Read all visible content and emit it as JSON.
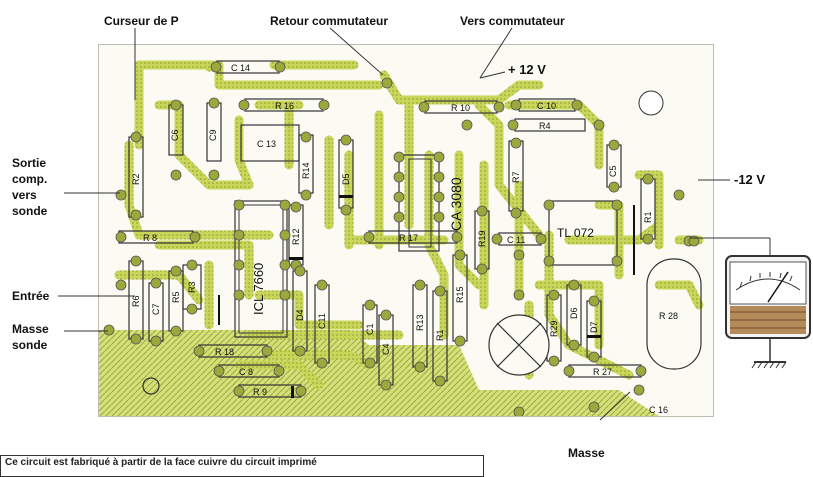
{
  "labels": {
    "curseur": "Curseur de P",
    "retour": "Retour commutateur",
    "vers": "Vers commutateur",
    "plus12": "+ 12 V",
    "minus12": "-12 V",
    "sortie": [
      "Sortie",
      "comp.",
      "vers",
      "sonde"
    ],
    "entree": "Entrée",
    "masse_sonde": [
      "Masse",
      "sonde"
    ],
    "masse": "Masse"
  },
  "components": {
    "c14": "C 14",
    "r16": "R 16",
    "c13": "C 13",
    "c6": "C6",
    "c9": "C9",
    "r14": "R14",
    "d5": "D5",
    "r10": "R 10",
    "c10": "C 10",
    "r4": "R4",
    "c5": "C5",
    "ca3080": "CA 3080",
    "r7": "R7",
    "r2": "R2",
    "r8": "R 8",
    "icl": "ICL 7660",
    "r12": "R12",
    "r17": "R 17",
    "r19": "R19",
    "c11a": "C 11",
    "tl072": "TL 072",
    "r1b": "R1",
    "r6": "R6",
    "c7": "C7",
    "r5": "R5",
    "r3": "R3",
    "d4": "D4",
    "c11": "C11",
    "c1": "C1",
    "c4": "C4",
    "r13": "R13",
    "r1": "R1",
    "r15": "R15",
    "d6": "D6",
    "d7": "D7",
    "r29": "R29",
    "r28": "R 28",
    "r18": "R 18",
    "c8": "C 8",
    "r9": "R 9",
    "r27": "R 27",
    "c16": "C 16"
  },
  "caption": "Ce circuit est fabriqué à partir de la face cuivre du circuit imprimé"
}
